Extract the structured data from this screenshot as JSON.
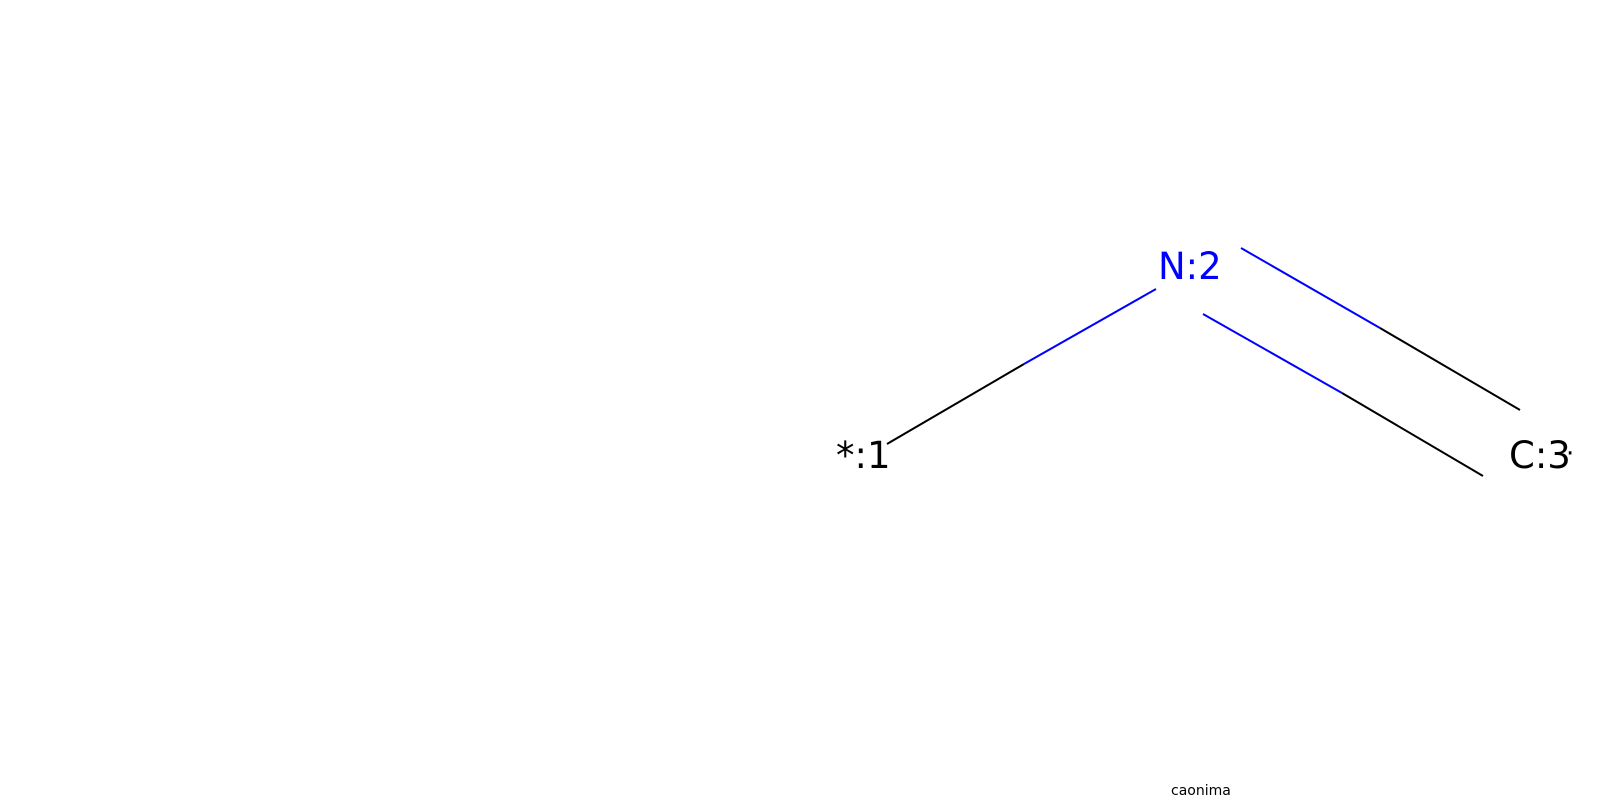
{
  "molecule": {
    "atoms": [
      {
        "id": "atom-1",
        "label": "*:1",
        "element": "*",
        "color": "#000000"
      },
      {
        "id": "atom-2",
        "label": "N:2",
        "element": "N",
        "color": "#0000ff"
      },
      {
        "id": "atom-3",
        "label": "C:3",
        "element": "C",
        "color": "#000000",
        "radical": "·"
      }
    ],
    "bonds": [
      {
        "from": "atom-1",
        "to": "atom-2",
        "order": 1
      },
      {
        "from": "atom-2",
        "to": "atom-3",
        "order": 2
      }
    ],
    "caption": "caonima"
  }
}
